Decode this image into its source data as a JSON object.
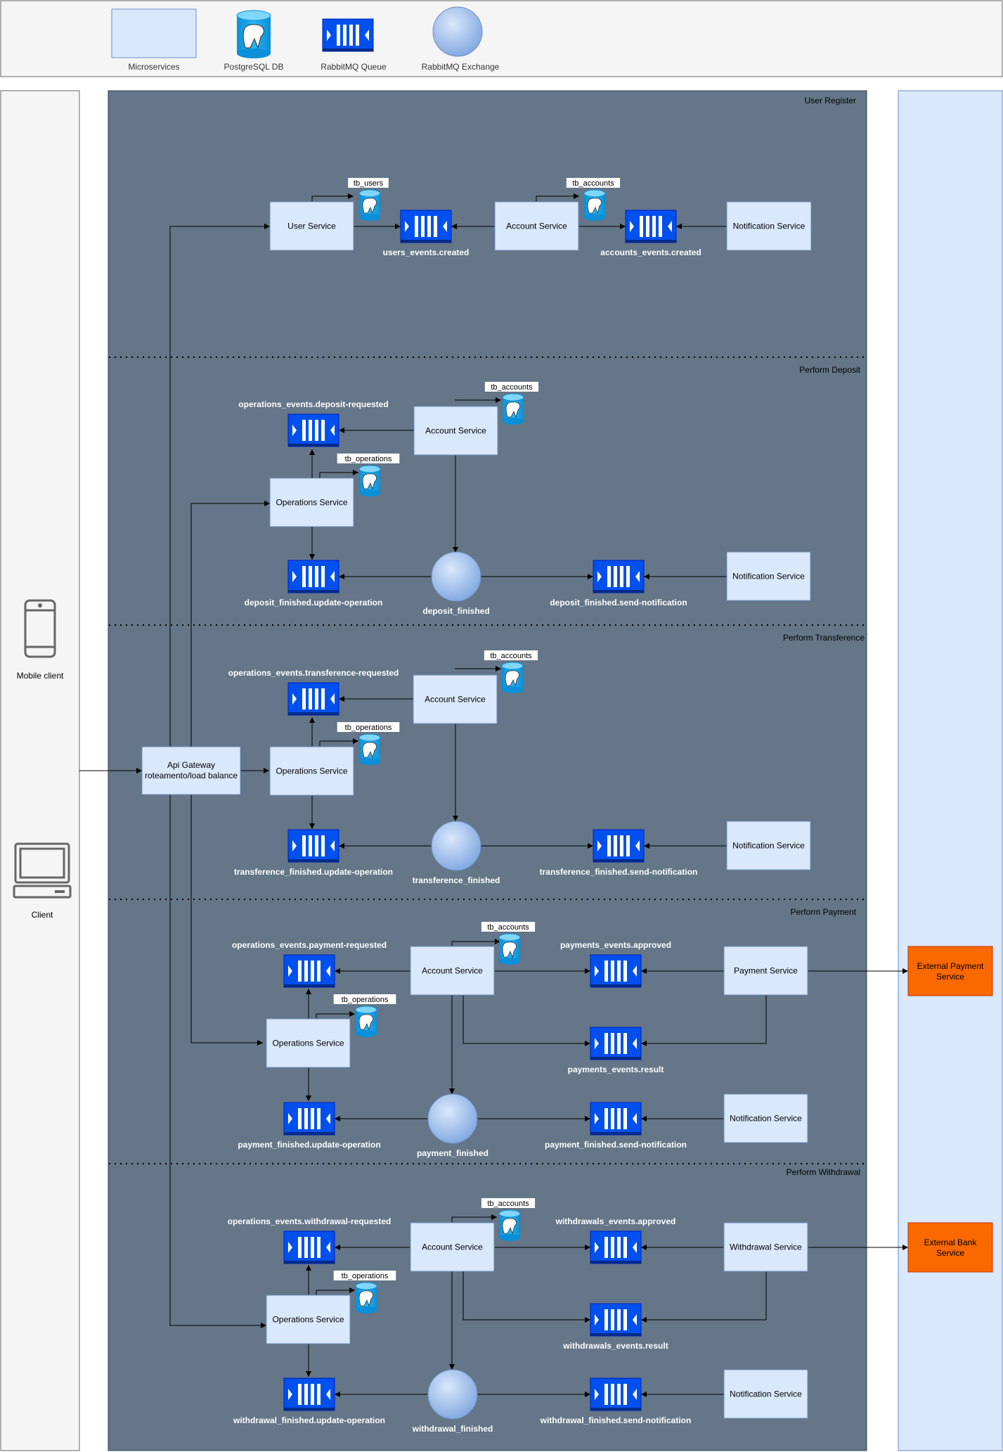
{
  "legend": {
    "microservices": "Microservices",
    "postgres": "PostgreSQL DB",
    "queue": "RabbitMQ Queue",
    "exchange": "RabbitMQ Exchange"
  },
  "clients": {
    "mobile": "Mobile client",
    "client": "Client"
  },
  "gateway": {
    "line1": "Api Gateway",
    "line2": "roteamento/load balance"
  },
  "external": {
    "payment": {
      "line1": "External Payment",
      "line2": "Service"
    },
    "bank": {
      "line1": "External Bank",
      "line2": "Service"
    }
  },
  "sections": {
    "register": {
      "title": "User Register",
      "user_service": "User Service",
      "users_db": "tb_users",
      "users_queue": "users_events.created",
      "account_service": "Account Service",
      "accounts_db": "tb_accounts",
      "accounts_queue": "accounts_events.created",
      "notification_service": "Notification Service"
    },
    "deposit": {
      "title": "Perform Deposit",
      "requested_queue": "operations_events.deposit-requested",
      "account_service": "Account Service",
      "accounts_db": "tb_accounts",
      "operations_service": "Operations Service",
      "operations_db": "tb_operations",
      "update_queue": "deposit_finished.update-operation",
      "exchange": "deposit_finished",
      "notify_queue": "deposit_finished.send-notification",
      "notification_service": "Notification Service"
    },
    "transference": {
      "title": "Perform Transference",
      "requested_queue": "operations_events.transference-requested",
      "account_service": "Account Service",
      "accounts_db": "tb_accounts",
      "operations_service": "Operations Service",
      "operations_db": "tb_operations",
      "update_queue": "transference_finished.update-operation",
      "exchange": "transference_finished",
      "notify_queue": "transference_finished.send-notification",
      "notification_service": "Notification Service"
    },
    "payment": {
      "title": "Perform Payment",
      "requested_queue": "operations_events.payment-requested",
      "account_service": "Account Service",
      "accounts_db": "tb_accounts",
      "approved_queue": "payments_events.approved",
      "worker_service": "Payment Service",
      "result_queue": "payments_events.result",
      "operations_service": "Operations Service",
      "operations_db": "tb_operations",
      "update_queue": "payment_finished.update-operation",
      "exchange": "payment_finished",
      "notify_queue": "payment_finished.send-notification",
      "notification_service": "Notification Service"
    },
    "withdrawal": {
      "title": "Perform Withdrawal",
      "requested_queue": "operations_events.withdrawal-requested",
      "account_service": "Account Service",
      "accounts_db": "tb_accounts",
      "approved_queue": "withdrawals_events.approved",
      "worker_service": "Withdrawal Service",
      "result_queue": "withdrawals_events.result",
      "operations_service": "Operations Service",
      "operations_db": "tb_operations",
      "update_queue": "withdrawal_finished.update-operation",
      "exchange": "withdrawal_finished",
      "notify_queue": "withdrawal_finished.send-notification",
      "notification_service": "Notification Service"
    }
  },
  "colors": {
    "section_bg": "#647687",
    "service_fill": "#dae8fc",
    "service_stroke": "#6c8ebf",
    "queue_fill": "#0050ef",
    "external_fill": "#fa6800",
    "panel_bg": "#f5f5f5"
  },
  "icons": {
    "database": "postgresql-elephant-icon",
    "queue": "rabbitmq-queue-icon",
    "exchange": "rabbitmq-exchange-circle",
    "mobile": "mobile-phone-icon",
    "client": "laptop-icon"
  }
}
